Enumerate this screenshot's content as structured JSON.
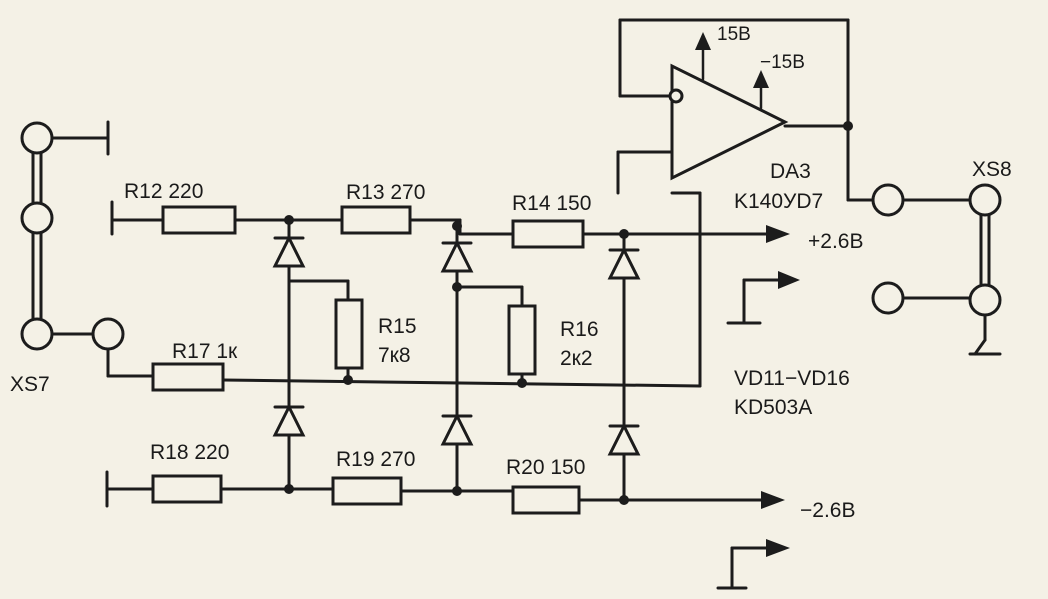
{
  "opamp": {
    "designator": "DA3",
    "part": "K140УD7",
    "supply_pos": "15В",
    "supply_neg": "−15В"
  },
  "connectors": {
    "left": "XS7",
    "right": "XS8"
  },
  "resistors": {
    "r12": "R12 220",
    "r13": "R13 270",
    "r14": "R14 150",
    "r15_name": "R15",
    "r15_value": "7к8",
    "r16_name": "R16",
    "r16_value": "2к2",
    "r17": "R17  1к",
    "r18": "R18 220",
    "r19": "R19 270",
    "r20": "R20 150"
  },
  "diodes": {
    "range": "VD11−VD16",
    "part": "KD503A"
  },
  "rails": {
    "positive": "+2.6В",
    "negative": "−2.6В"
  }
}
